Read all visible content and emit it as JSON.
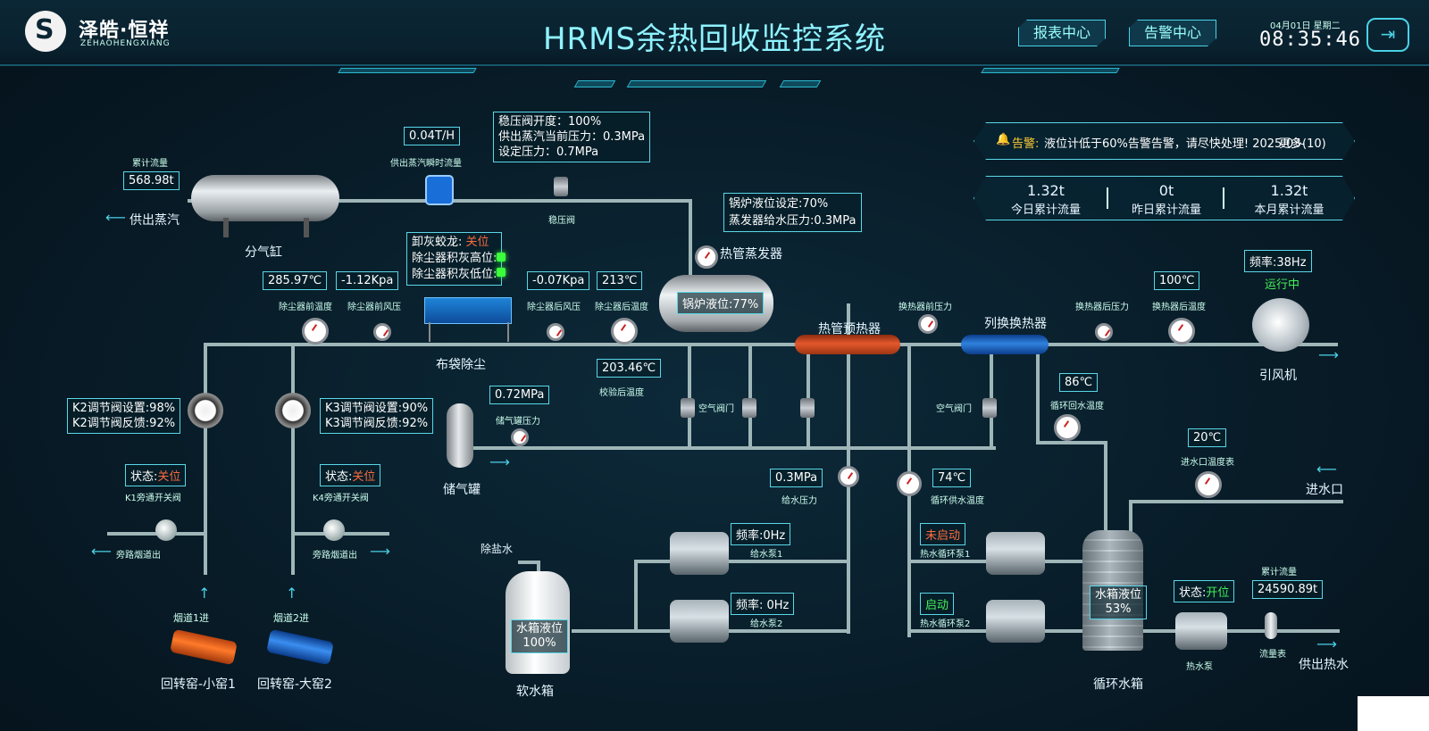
{
  "header": {
    "title": "HRMS余热回收监控系统",
    "logo_cn": "泽皓·恒祥",
    "logo_en": "ZEHAOHENGXIANG",
    "report_btn": "报表中心",
    "alarm_btn": "告警中心",
    "date": "04月01日 星期二",
    "time": "08:35:46",
    "exit_icon": "exit-icon"
  },
  "alert": {
    "prefix": "告警:",
    "message": "液位计低于60%告警告警，请尽快处理! 2025-03-",
    "more": "更多(10)"
  },
  "totals": [
    {
      "value": "1.32t",
      "label": "今日累计流量"
    },
    {
      "value": "0t",
      "label": "昨日累计流量"
    },
    {
      "value": "1.32t",
      "label": "本月累计流量"
    }
  ],
  "steam": {
    "total_flow_label": "累计流量",
    "total_flow": "568.98t",
    "supply_out": "供出蒸汽",
    "header_name": "分气缸",
    "inst_flow": "0.04T/H",
    "inst_flow_label": "供出蒸汽瞬时流量",
    "regvalve_lines": [
      "稳压阀开度：100%",
      "供出蒸汽当前压力：0.3MPa",
      "设定压力：0.7MPa"
    ],
    "regvalve_name": "稳压阀"
  },
  "evaporator": {
    "setting_lines": [
      "锅炉液位设定:70%",
      "蒸发器给水压力:0.3MPa"
    ],
    "name": "热管蒸发器",
    "level": "锅炉液位:77%"
  },
  "dust": {
    "status_lines": [
      {
        "k": "卸灰蛟龙: ",
        "v": "关位"
      },
      {
        "k": "除尘器积灰高位:",
        "v": ""
      },
      {
        "k": "除尘器积灰低位:",
        "v": ""
      }
    ],
    "name": "布袋除尘",
    "pre_temp": "285.97℃",
    "pre_temp_label": "除尘器前温度",
    "pre_press": "-1.12Kpa",
    "pre_press_label": "除尘器前风压",
    "post_press": "-0.07Kpa",
    "post_press_label": "除尘器后风压",
    "post_temp": "213℃",
    "post_temp_label": "除尘器后温度",
    "check_temp": "203.46℃",
    "check_temp_label": "校验后温度"
  },
  "preheater": {
    "name": "热管预热器"
  },
  "exchanger": {
    "name": "列换换热器",
    "pre_press_label": "换热器前压力",
    "post_press_label": "换热器后压力",
    "post_temp": "100℃",
    "post_temp_label": "换热器后温度",
    "air_valve": "空气阀门",
    "air_valve2": "空气阀门"
  },
  "fan": {
    "freq": "频率:38Hz",
    "status": "运行中",
    "name": "引风机"
  },
  "gas_tank": {
    "press": "0.72MPa",
    "press_label": "储气罐压力",
    "name": "储气罐"
  },
  "k2": {
    "lines": [
      "K2调节阀设置:98%",
      "K2调节阀反馈:92%"
    ]
  },
  "k3": {
    "lines": [
      "K3调节阀设置:90%",
      "K3调节阀反馈:92%"
    ]
  },
  "k1": {
    "status_k": "状态:",
    "status_v": "关位",
    "name": "K1旁通开关阀",
    "out": "旁路烟道出"
  },
  "k4": {
    "status_k": "状态:",
    "status_v": "关位",
    "name": "K4旁通开关阀",
    "out": "旁路烟道出"
  },
  "kilns": {
    "in1": "烟道1进",
    "in2": "烟道2进",
    "kiln1": "回转窑-小窑1",
    "kiln2": "回转窑-大窑2"
  },
  "feedwater": {
    "press": "0.3MPa",
    "press_label": "给水压力",
    "pump1_freq": "频率:0Hz",
    "pump1": "给水泵1",
    "pump2_freq": "频率: 0Hz",
    "pump2": "给水泵2"
  },
  "softwater": {
    "salt": "除盐水",
    "level_lines": [
      "水箱液位",
      "100%"
    ],
    "name": "软水箱"
  },
  "circ": {
    "return_temp": "86℃",
    "return_label": "循环回水温度",
    "supply_temp": "74℃",
    "supply_label": "循环供水温度",
    "pump1_status": "未启动",
    "pump1": "热水循环泵1",
    "pump2_status": "启动",
    "pump2": "热水循环泵2",
    "tank_level_lines": [
      "水箱液位",
      "53%"
    ],
    "tank_name": "循环水箱"
  },
  "inlet": {
    "temp": "20℃",
    "temp_label": "进水口温度表",
    "name": "进水口"
  },
  "hotwater": {
    "status_k": "状态:",
    "status_v": "开位",
    "pump": "热水泵",
    "flow_label": "累计流量",
    "flow": "24590.89t",
    "meter": "流量表",
    "out": "供出热水"
  },
  "colors": {
    "accent": "#4ad1e6",
    "pipe": "#9fb6b8",
    "warn": "#ff6a3d",
    "ok": "#43f05a"
  }
}
